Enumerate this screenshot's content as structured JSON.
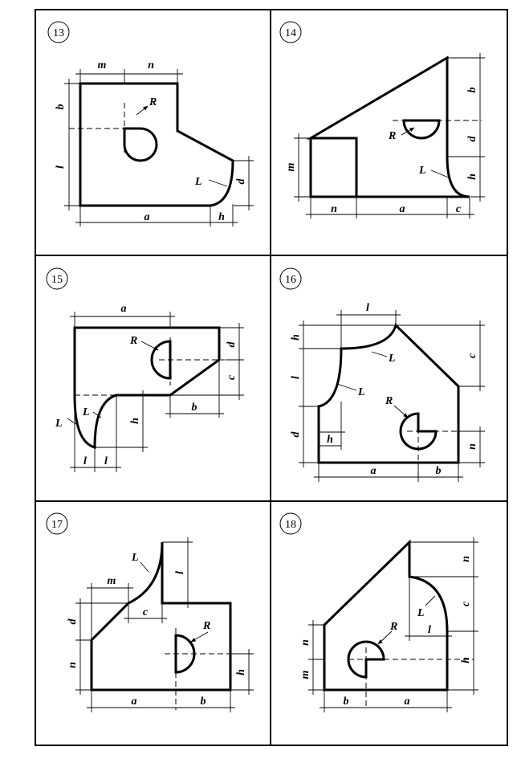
{
  "variants": [
    {
      "number": "13",
      "labels": {
        "m": "m",
        "n": "n",
        "b": "b",
        "l": "l",
        "R": "R",
        "L": "L",
        "d": "d",
        "a": "a",
        "h": "h"
      }
    },
    {
      "number": "14",
      "labels": {
        "b": "b",
        "R": "R",
        "d": "d",
        "m": "m",
        "L": "L",
        "h": "h",
        "n": "n",
        "a": "a",
        "c": "c"
      }
    },
    {
      "number": "15",
      "labels": {
        "a": "a",
        "R": "R",
        "d": "d",
        "c": "c",
        "L1": "L",
        "L2": "L",
        "h": "h",
        "b": "b",
        "l1": "l",
        "l2": "l"
      }
    },
    {
      "number": "16",
      "labels": {
        "l_top": "l",
        "h_top": "h",
        "L_top": "L",
        "c": "c",
        "l_left": "l",
        "L_left": "L",
        "R": "R",
        "d": "d",
        "h_mid": "h",
        "n": "n",
        "a": "a",
        "b": "b"
      }
    },
    {
      "number": "17",
      "labels": {
        "L": "L",
        "l": "l",
        "m": "m",
        "c": "c",
        "d": "d",
        "R": "R",
        "n": "n",
        "h": "h",
        "a": "a",
        "b": "b"
      }
    },
    {
      "number": "18",
      "labels": {
        "n_top": "n",
        "c": "c",
        "R": "R",
        "L": "L",
        "l": "l",
        "n_left": "n",
        "m": "m",
        "h": "h",
        "b": "b",
        "a": "a"
      }
    }
  ]
}
